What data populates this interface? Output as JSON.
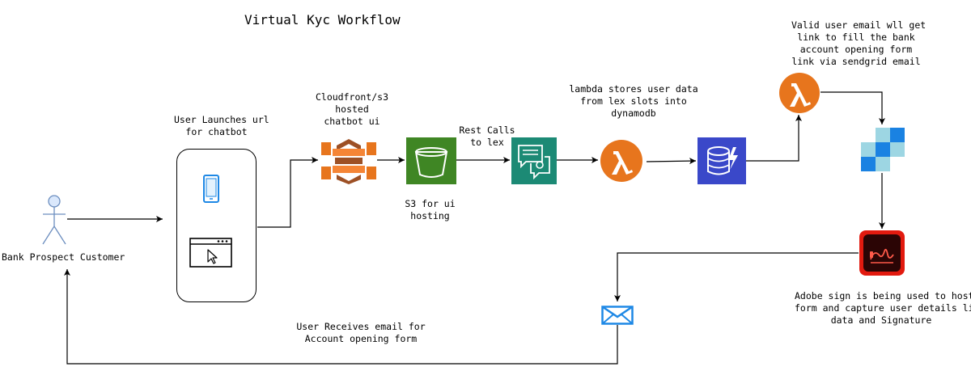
{
  "title": "Virtual Kyc Workflow",
  "labels": {
    "actor": "Bank Prospect Customer",
    "launch": [
      "User Launches url",
      "for chatbot"
    ],
    "cloudfront": [
      "Cloudfront/s3",
      "hosted",
      "chatbot ui"
    ],
    "s3": [
      "S3 for ui",
      "hosting"
    ],
    "rest": [
      "Rest Calls",
      "to lex"
    ],
    "lambda_store": [
      "lambda stores user data",
      "from lex slots into",
      "dynamodb"
    ],
    "valid_email": [
      "Valid user email wll get",
      "link to fill the bank",
      "account opening form",
      "link via sendgrid email"
    ],
    "adobe": [
      "Adobe sign is being used to host the",
      "form and capture user details like",
      "data and Signature"
    ],
    "receive": [
      "User Receives email for",
      "Account opening form"
    ]
  },
  "icons": {
    "actor": "stick-figure-actor-icon",
    "mobile": "mobile-phone-icon",
    "browser": "browser-window-icon",
    "cloudfront": "aws-cloudfront-icon",
    "s3": "aws-s3-bucket-icon",
    "lex": "aws-lex-chatbot-icon",
    "lambda": "aws-lambda-icon",
    "dynamodb": "aws-dynamodb-icon",
    "sendgrid": "sendgrid-icon",
    "adobe_sign": "adobe-sign-icon",
    "email": "email-envelope-icon"
  },
  "colors": {
    "actor": "#dae8fc",
    "actor_stroke": "#6c8ebf",
    "cloudfront": "#e7751d",
    "s3": "#3f8624",
    "lex": "#1c8a75",
    "lambda": "#e7751d",
    "dynamodb": "#3a48c9",
    "sendgrid_dark": "#1a82e2",
    "sendgrid_light": "#9dd6e3",
    "adobe": "#e21a0f",
    "email": "#1e88e5",
    "line": "#000000"
  }
}
